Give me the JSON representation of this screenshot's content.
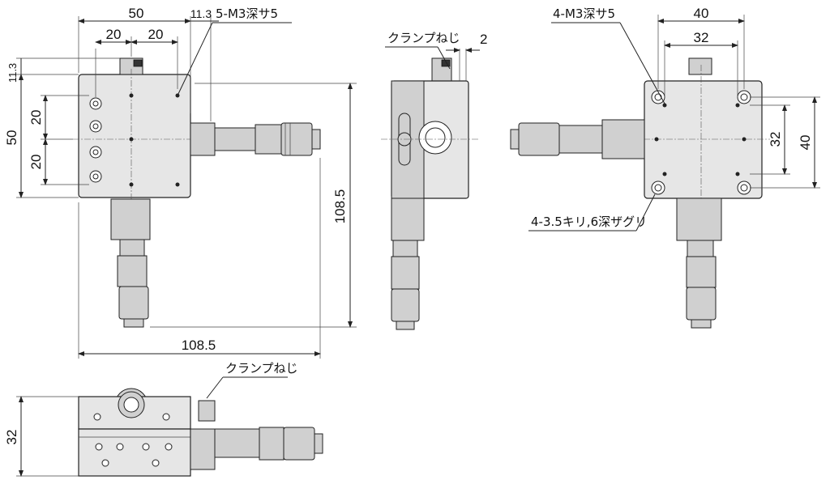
{
  "title": "XY stage dimensional drawing",
  "top_view": {
    "dim_width": "50",
    "dim_offset": "11.3",
    "dim_pitch_1": "20",
    "dim_pitch_2": "20",
    "dim_left_offset": "11.3",
    "dim_height": "50",
    "dim_v_pitch_1": "20",
    "dim_v_pitch_2": "20",
    "dim_total_height": "108.5",
    "dim_total_width": "108.5",
    "tap_note": "5-M3深サ5"
  },
  "side_view": {
    "clamp_label": "クランプねじ",
    "dim_gap": "2"
  },
  "bottom_view": {
    "tap_note": "4-M3深サ5",
    "dim_outer_width": "40",
    "dim_inner_width": "32",
    "dim_inner_height": "32",
    "dim_outer_height": "40",
    "counterbore_note": "4-3.5キリ,6深ザグリ"
  },
  "front_view": {
    "clamp_label": "クランプねじ",
    "dim_height": "32"
  }
}
